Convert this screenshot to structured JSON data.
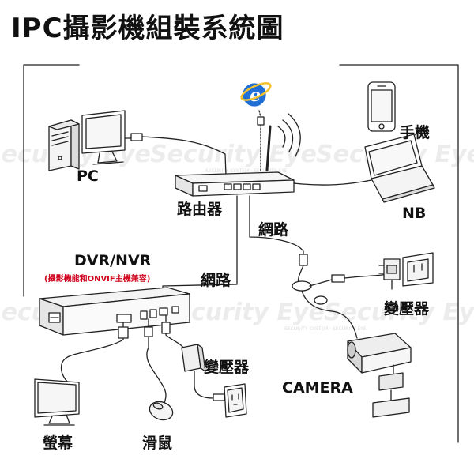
{
  "title": "IPC攝影機組裝系統圖",
  "watermark": {
    "text": "Security Eye",
    "tagline": "SECURITY SYSTEM · SECURITY EYE"
  },
  "labels": {
    "pc": "PC",
    "router": "路由器",
    "phone": "手機",
    "nb": "NB",
    "network_top": "網路",
    "dvr": "DVR/NVR",
    "dvr_note": "(攝影機能和ONVIF主機兼容)",
    "network_mid": "網路",
    "adapter_right": "變壓器",
    "adapter_bottom": "變壓器",
    "camera": "CAMERA",
    "monitor": "螢幕",
    "mouse": "滑鼠"
  },
  "icons": {
    "browser": "internet-explorer-icon",
    "pc": "desktop-computer-icon",
    "router": "wifi-router-icon",
    "phone": "smartphone-icon",
    "laptop": "laptop-icon",
    "dvr": "dvr-recorder-icon",
    "camera": "bullet-camera-icon",
    "monitor": "lcd-monitor-icon",
    "mouse": "computer-mouse-icon"
  },
  "colors": {
    "note_red": "#d0021b",
    "browser_blue": "#1f6fd6",
    "browser_ring": "#f2c12e",
    "line": "#222222"
  }
}
